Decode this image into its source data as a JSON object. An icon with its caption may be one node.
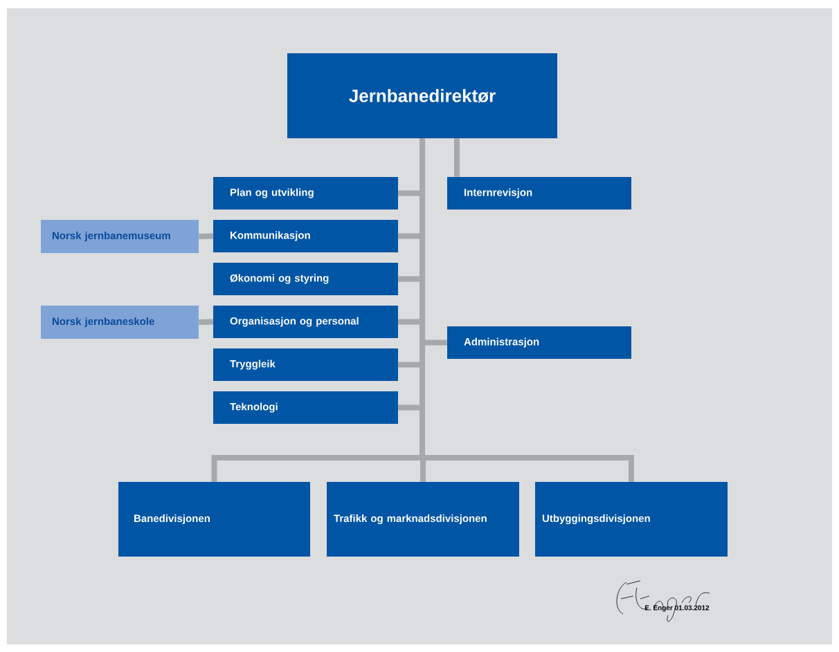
{
  "diagram": {
    "nodes": [
      {
        "text": [
          "Jernbanedirektør"
        ]
      },
      {
        "text": [
          "Plan og utvikling"
        ]
      },
      {
        "text": [
          "Internrevisjon"
        ]
      },
      {
        "text": [
          "Norsk jernbanemuseum"
        ]
      },
      {
        "text": [
          "Kommunikasjon"
        ]
      },
      {
        "text": [
          "Økonomi og styring"
        ]
      },
      {
        "text": [
          "Norsk jernbaneskole"
        ]
      },
      {
        "text": [
          "Organisasjon og personal"
        ]
      },
      {
        "text": [
          "Administrasjon"
        ]
      },
      {
        "text": [
          "Tryggleik"
        ]
      },
      {
        "text": [
          "Teknologi"
        ]
      },
      {
        "text": [
          "Banedivisjonen"
        ]
      },
      {
        "text": [
          "Trafikk og marknadsdivisjonen"
        ]
      },
      {
        "text": [
          "Utbyggingsdivisjonen"
        ]
      }
    ],
    "edges": [
      {
        "from": 0,
        "to": 1,
        "arrow": "none"
      },
      {
        "from": 0,
        "to": 2,
        "arrow": "none"
      },
      {
        "from": 0,
        "to": 4,
        "arrow": "none"
      },
      {
        "from": 4,
        "to": 3,
        "arrow": "none"
      },
      {
        "from": 0,
        "to": 5,
        "arrow": "none"
      },
      {
        "from": 0,
        "to": 7,
        "arrow": "none"
      },
      {
        "from": 7,
        "to": 6,
        "arrow": "none"
      },
      {
        "from": 0,
        "to": 8,
        "arrow": "none"
      },
      {
        "from": 0,
        "to": 9,
        "arrow": "none"
      },
      {
        "from": 0,
        "to": 10,
        "arrow": "none"
      },
      {
        "from": 0,
        "to": 11,
        "arrow": "none"
      },
      {
        "from": 0,
        "to": 12,
        "arrow": "none"
      },
      {
        "from": 0,
        "to": 13,
        "arrow": "none"
      }
    ],
    "labels": [
      "E. Enger 01.03.2012"
    ]
  }
}
